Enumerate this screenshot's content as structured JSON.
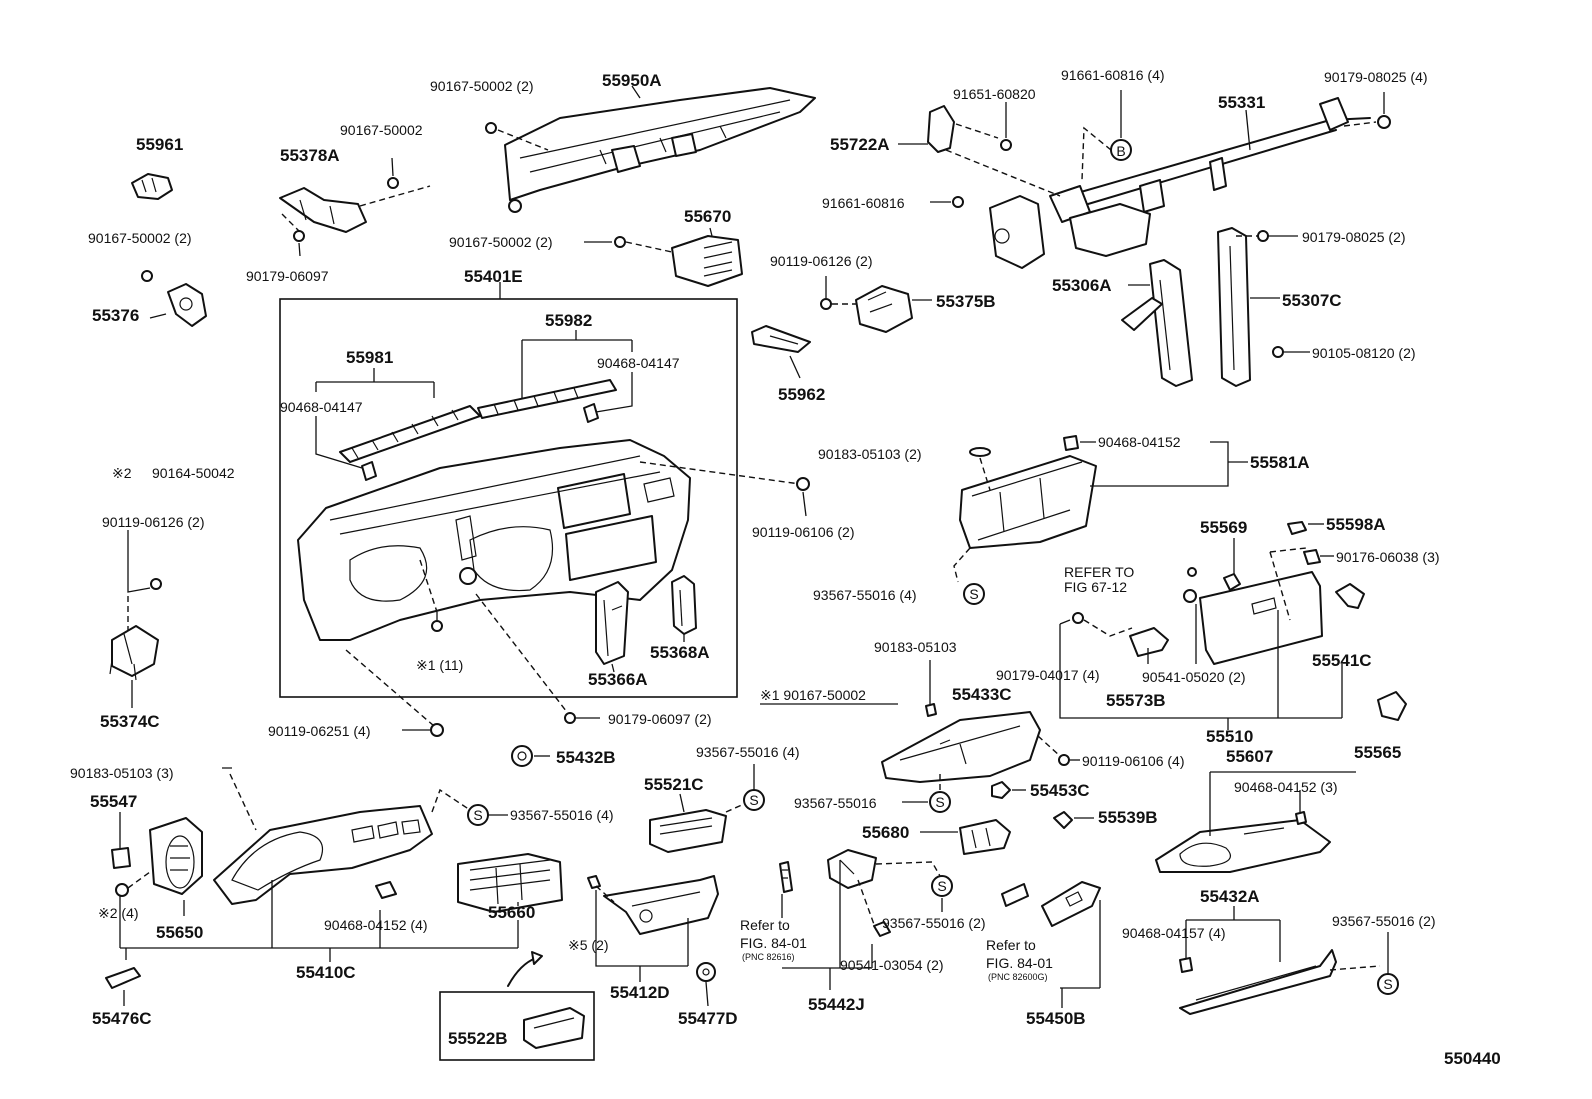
{
  "diagram_id": "550440",
  "callouts": {
    "c55961": "55961",
    "c55378A": "55378A",
    "c90167_50002_a": "90167-50002",
    "c90179_06097_a": "90179-06097",
    "c90167_50002_2a": "90167-50002 (2)",
    "c55376": "55376",
    "c90167_50002_2b": "90167-50002 (2)",
    "c55950A": "55950A",
    "c90167_50002_2c": "90167-50002 (2)",
    "c55670": "55670",
    "c55401E": "55401E",
    "c55982": "55982",
    "c55981": "55981",
    "c90468_04147_a": "90468-04147",
    "c90468_04147_b": "90468-04147",
    "c91651_60820": "91651-60820",
    "c91661_60816_4": "91661-60816 (4)",
    "c55331": "55331",
    "c90179_08025_4": "90179-08025 (4)",
    "c55722A": "55722A",
    "c91661_60816": "91661-60816",
    "c90119_06126_2a": "90119-06126 (2)",
    "c55375B": "55375B",
    "c55306A": "55306A",
    "c90179_08025_2": "90179-08025 (2)",
    "c55307C": "55307C",
    "c90105_08120_2": "90105-08120 (2)",
    "c55962": "55962",
    "c90183_05103_2": "90183-05103 (2)",
    "c90468_04152_a": "90468-04152",
    "c55581A": "55581A",
    "c90119_06106_2": "90119-06106 (2)",
    "c93567_55016_4a": "93567-55016 (4)",
    "c55569": "55569",
    "c55598A": "55598A",
    "c90176_06038_3": "90176-06038 (3)",
    "c90164_50042": "90164-50042",
    "c90119_06126_2b": "90119-06126 (2)",
    "c55374C": "55374C",
    "c55366A": "55366A",
    "c55368A": "55368A",
    "c90119_06251_4": "90119-06251 (4)",
    "c90179_06097_2": "90179-06097 (2)",
    "c55432B": "55432B",
    "c90183_05103": "90183-05103",
    "c55433C": "55433C",
    "c90179_04017_4": "90179-04017 (4)",
    "c55573B": "55573B",
    "c90541_05020_2": "90541-05020 (2)",
    "c55510": "55510",
    "c55541C": "55541C",
    "c55565": "55565",
    "c90167_50002_mark": "90167-50002",
    "c90119_06106_4": "90119-06106 (4)",
    "c55453C": "55453C",
    "c93567_55016_b": "93567-55016",
    "c55539B": "55539B",
    "c55680": "55680",
    "c55607": "55607",
    "c90468_04152_3": "90468-04152 (3)",
    "c90183_05103_3": "90183-05103 (3)",
    "c55547": "55547",
    "c93567_55016_4c": "93567-55016 (4)",
    "c93567_55016_4d": "93567-55016 (4)",
    "c55521C": "55521C",
    "c55650": "55650",
    "c90468_04152_4": "90468-04152 (4)",
    "c55660": "55660",
    "c55410C": "55410C",
    "c55476C": "55476C",
    "c55522B": "55522B",
    "c55412D": "55412D",
    "c55477D": "55477D",
    "c93567_55016_2a": "93567-55016 (2)",
    "c90541_03054_2": "90541-03054 (2)",
    "c55442J": "55442J",
    "c55450B": "55450B",
    "c55432A": "55432A",
    "c90468_04157_4": "90468-04157 (4)",
    "c93567_55016_2b": "93567-55016 (2)"
  },
  "notes": {
    "refer67_line1": "REFER TO",
    "refer67_line2": "FIG 67-12",
    "refer84a_line1": "Refer to",
    "refer84a_line2": "FIG. 84-01",
    "refer84a_line3": "(PNC 82616)",
    "refer84b_line1": "Refer to",
    "refer84b_line2": "FIG. 84-01",
    "refer84b_line3": "(PNC 82600G)",
    "mark1_qty": "※1 (11)",
    "mark1_def": "※1 90167-50002",
    "mark2_def": "※2",
    "mark2_qty": "※2 (4)",
    "mark5_qty": "※5 (2)",
    "marker_s": "S",
    "marker_b": "B"
  }
}
